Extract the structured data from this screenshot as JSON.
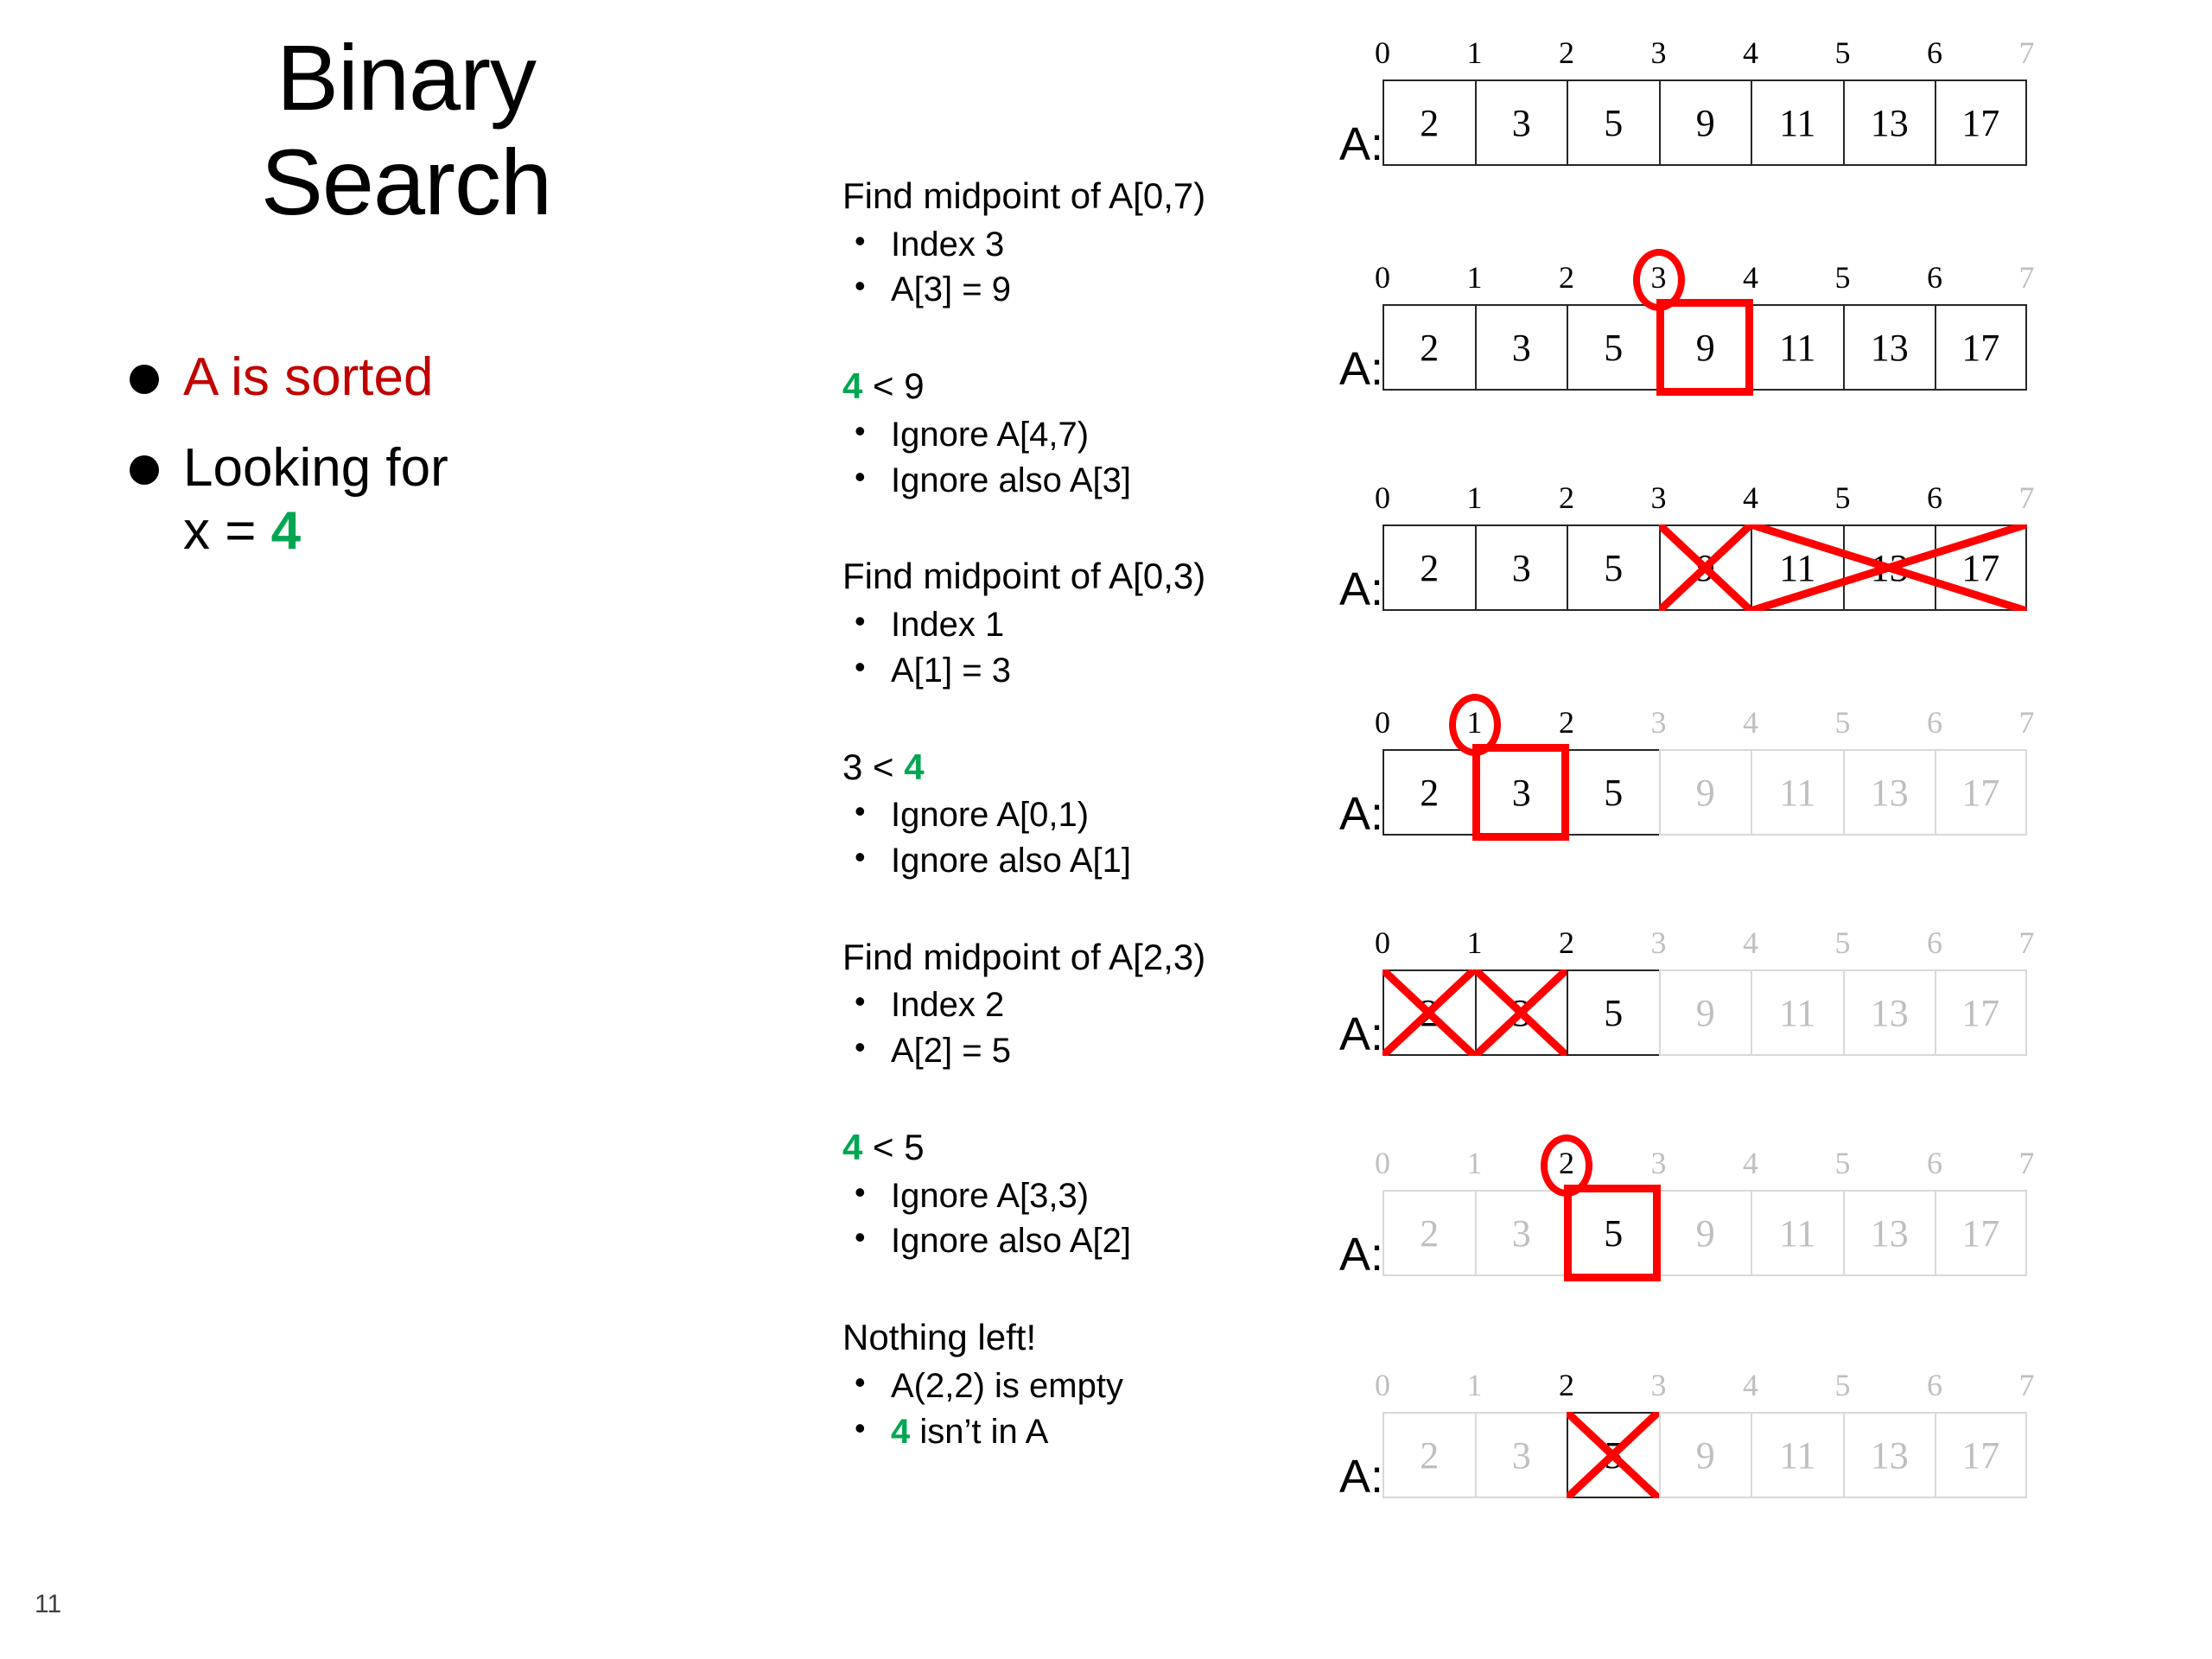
{
  "slide": {
    "title": "Binary Search",
    "page_number": "11",
    "accent_red": "#C00000",
    "accent_green": "#00A651",
    "highlight_red": "#FF0000",
    "dim_grey": "#BFBFBF"
  },
  "bullets": [
    {
      "text": "A is sorted",
      "color": "red"
    },
    {
      "text": "Looking for",
      "second_line_prefix": "x = ",
      "second_line_value": "4",
      "color": "black"
    }
  ],
  "steps": [
    {
      "head": "Find midpoint of A[0,7)",
      "items": [
        "Index 3",
        "A[3] = 9"
      ]
    },
    {
      "head_prefix": "4",
      "head_suffix": " < 9",
      "head_prefix_green": true,
      "items": [
        "Ignore A[4,7)",
        "Ignore also A[3]"
      ]
    },
    {
      "head": "Find midpoint of A[0,3)",
      "items": [
        "Index 1",
        "A[1] = 3"
      ]
    },
    {
      "head_prefix": "3 < ",
      "head_suffix": "4",
      "head_suffix_green": true,
      "items": [
        "Ignore A[0,1)",
        "Ignore also A[1]"
      ]
    },
    {
      "head": "Find midpoint of A[2,3)",
      "items": [
        "Index 2",
        "A[2] = 5"
      ]
    },
    {
      "head_prefix": "4",
      "head_suffix": " < 5",
      "head_prefix_green": true,
      "items": [
        "Ignore A[3,3)",
        "Ignore also A[2]"
      ]
    },
    {
      "head": "Nothing left!",
      "items": [
        "A(2,2) is empty",
        "4 isn’t in A"
      ],
      "last_item_green_prefix": "4"
    }
  ],
  "array": {
    "label": "A:",
    "indices": [
      "0",
      "1",
      "2",
      "3",
      "4",
      "5",
      "6",
      "7"
    ],
    "values": [
      "2",
      "3",
      "5",
      "9",
      "11",
      "13",
      "17"
    ]
  },
  "array_rows": [
    {
      "name": "row-initial",
      "active_cells": [
        0,
        1,
        2,
        3,
        4,
        5,
        6
      ],
      "active_indices": [
        0,
        1,
        2,
        3,
        4,
        5,
        6
      ],
      "highlight": null,
      "circle_index": null,
      "x_spans": []
    },
    {
      "name": "row-mid-3",
      "active_cells": [
        0,
        1,
        2,
        3,
        4,
        5,
        6
      ],
      "active_indices": [
        0,
        1,
        2,
        3,
        4,
        5,
        6
      ],
      "highlight": 3,
      "circle_index": 3,
      "x_spans": []
    },
    {
      "name": "row-ignore-upper",
      "active_cells": [
        0,
        1,
        2,
        3,
        4,
        5,
        6
      ],
      "active_indices": [
        0,
        1,
        2,
        3,
        4,
        5,
        6
      ],
      "highlight": null,
      "circle_index": null,
      "x_spans": [
        [
          3,
          3
        ],
        [
          4,
          6
        ]
      ]
    },
    {
      "name": "row-mid-1",
      "active_cells": [
        0,
        1,
        2
      ],
      "active_indices": [
        0,
        1,
        2
      ],
      "highlight": 1,
      "circle_index": 1,
      "x_spans": []
    },
    {
      "name": "row-ignore-lower",
      "active_cells": [
        0,
        1,
        2
      ],
      "active_indices": [
        0,
        1,
        2
      ],
      "highlight": null,
      "circle_index": null,
      "x_spans": [
        [
          0,
          0
        ],
        [
          1,
          1
        ]
      ]
    },
    {
      "name": "row-mid-2",
      "active_cells": [
        2
      ],
      "active_indices": [
        2
      ],
      "highlight": 2,
      "circle_index": 2,
      "x_spans": []
    },
    {
      "name": "row-final",
      "active_cells": [
        2
      ],
      "active_indices": [
        2
      ],
      "highlight": null,
      "circle_index": null,
      "x_spans": [
        [
          2,
          2
        ]
      ]
    }
  ]
}
